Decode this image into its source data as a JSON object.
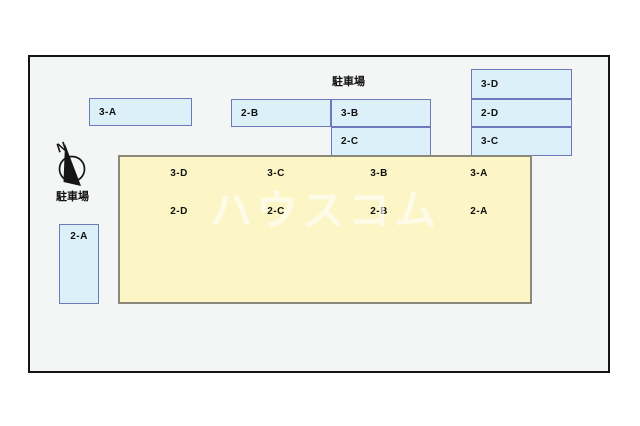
{
  "parking": {
    "label_top": "駐車場",
    "label_left": "駐車場",
    "spaces": [
      {
        "label": "3-A"
      },
      {
        "label": "2-B"
      },
      {
        "label": "3-B"
      },
      {
        "label": "2-C"
      },
      {
        "label": "3-D"
      },
      {
        "label": "2-D"
      },
      {
        "label": "3-C"
      },
      {
        "label": "2-A"
      }
    ]
  },
  "building": {
    "row_upper": [
      "3-D",
      "3-C",
      "3-B",
      "3-A"
    ],
    "row_lower": [
      "2-D",
      "2-C",
      "2-B",
      "2-A"
    ]
  },
  "compass": {
    "north": "N"
  },
  "watermark": "ハウスコム",
  "colors": {
    "space_fill": "#dcf0f9",
    "space_border": "#6e79bb",
    "building_fill": "#fcf6c6",
    "building_border": "#8a897b",
    "frame_bg": "#f4f5f5",
    "frame_border": "#151515",
    "text": "#111111",
    "watermark": "rgba(255,255,255,0.62)"
  }
}
